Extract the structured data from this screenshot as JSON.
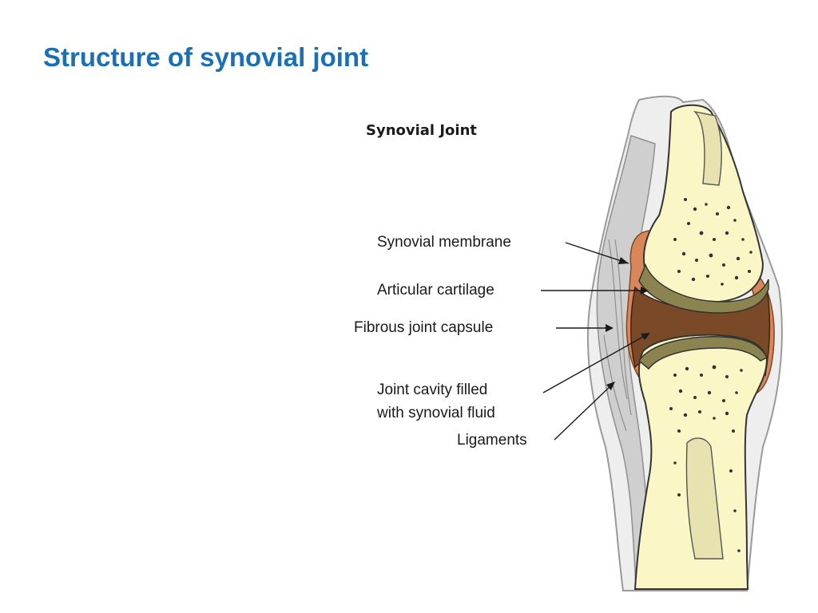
{
  "slide": {
    "title": "Structure of synovial joint"
  },
  "diagram": {
    "heading": "Synovial Joint",
    "labels": {
      "synovial_membrane": "Synovial membrane",
      "articular_cartilage": "Articular cartilage",
      "fibrous_capsule": "Fibrous joint capsule",
      "joint_cavity_line1": "Joint cavity filled",
      "joint_cavity_line2": "with synovial fluid",
      "ligaments": "Ligaments"
    },
    "colors": {
      "title": "#1a6fb5",
      "bone": "#fbf6c6",
      "cartilage": "#8b8451",
      "synovial_membrane": "#d9865a",
      "joint_cavity": "#7a4a28",
      "capsule": "#d9d9d9"
    }
  }
}
